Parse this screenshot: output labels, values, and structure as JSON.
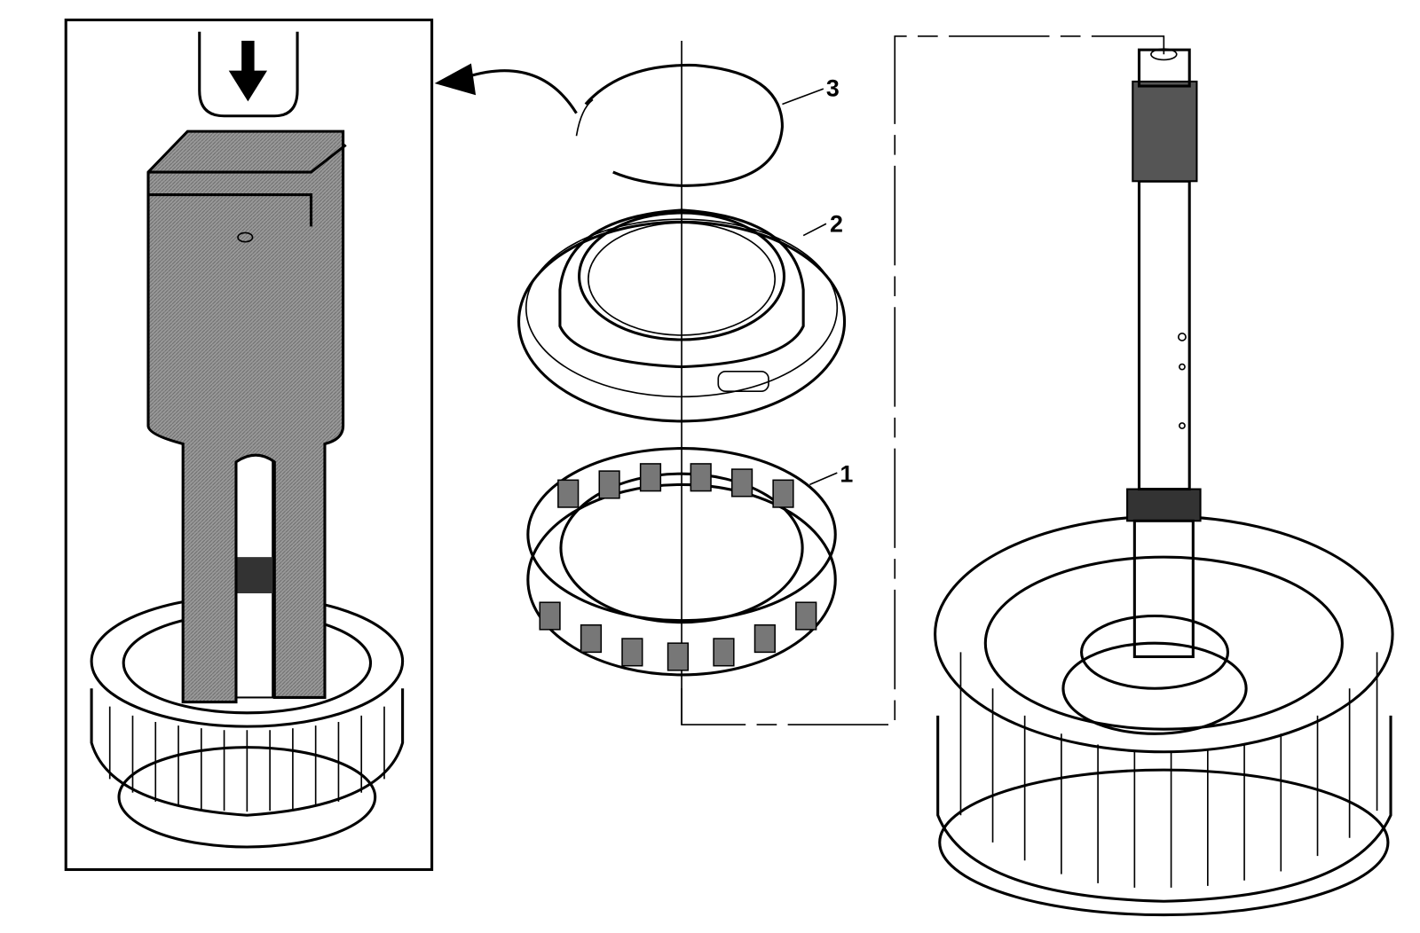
{
  "diagram": {
    "callouts": [
      {
        "number": "3",
        "part": "snap-ring"
      },
      {
        "number": "2",
        "part": "retainer-plate"
      },
      {
        "number": "1",
        "part": "spring-assembly"
      }
    ],
    "colors": {
      "line": "#000000",
      "tool_shade": "#8a8a8a",
      "background": "#ffffff"
    }
  }
}
